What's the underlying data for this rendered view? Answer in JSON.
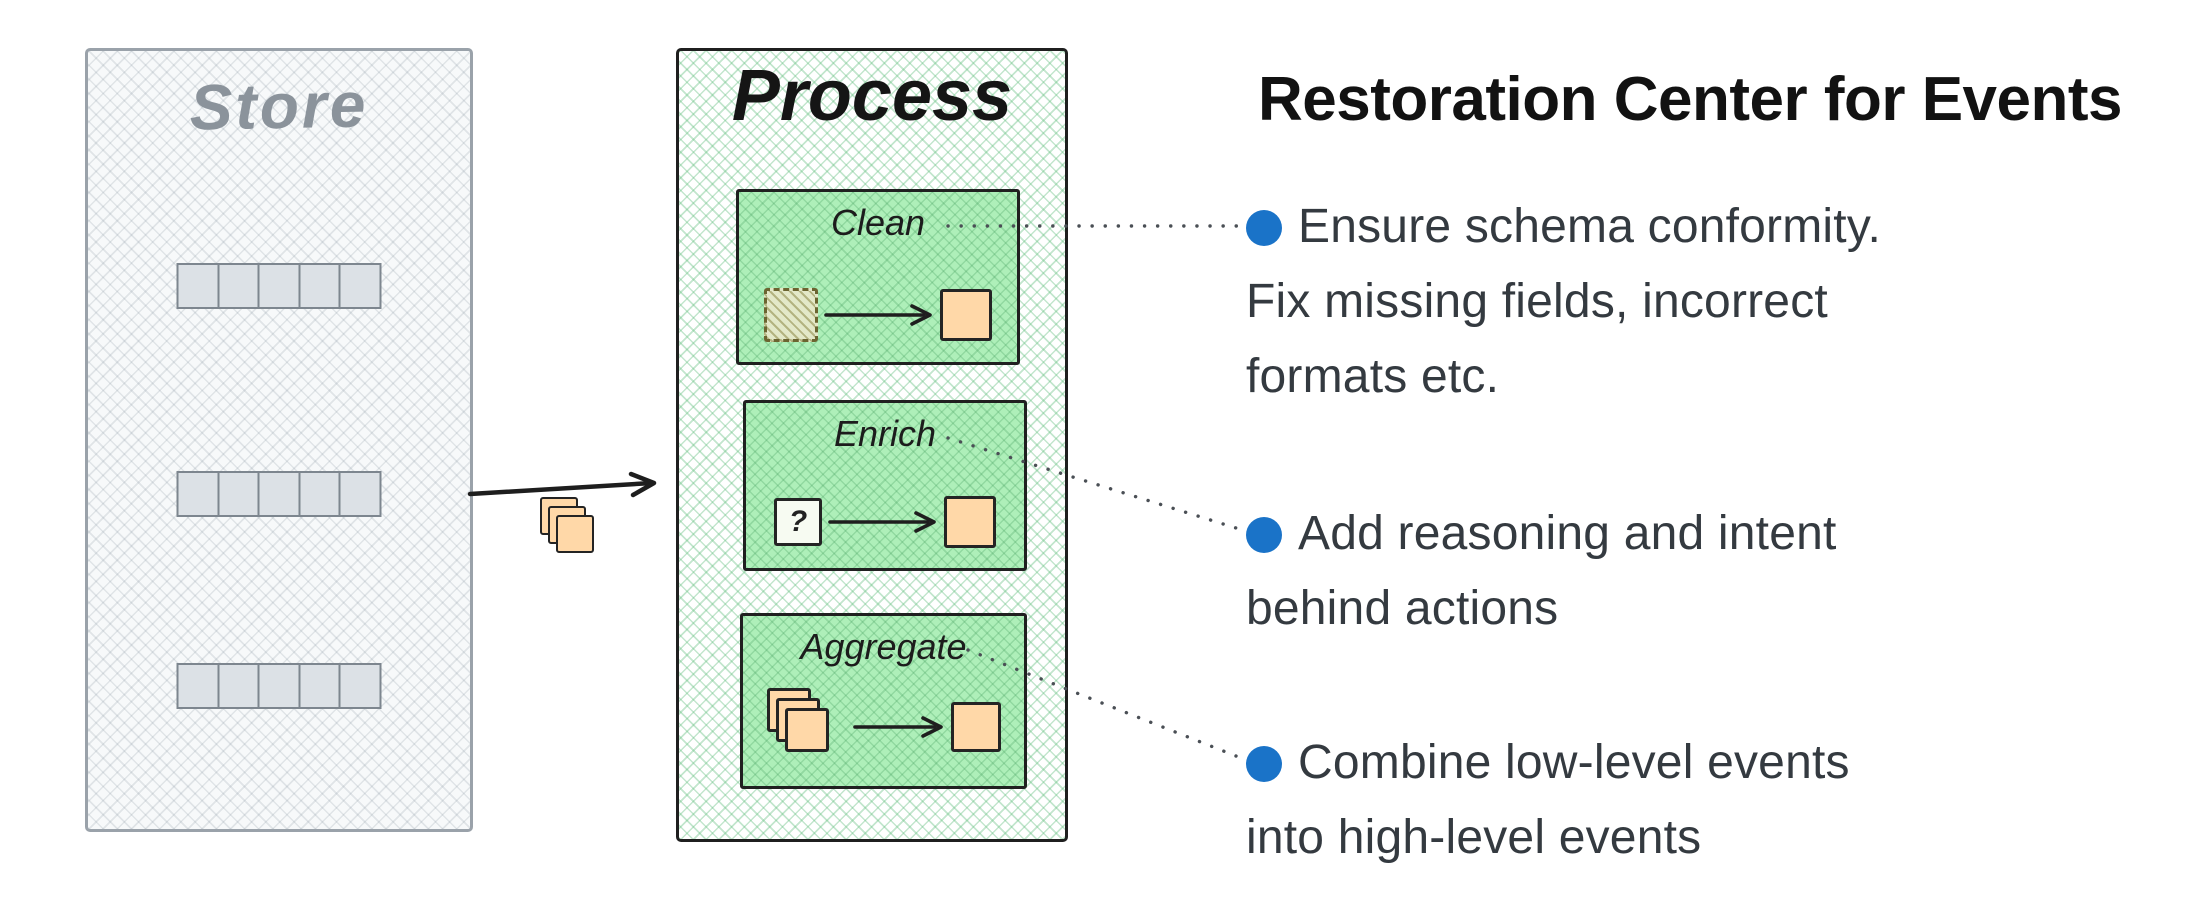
{
  "store": {
    "title": "Store",
    "event_rows": 3,
    "cells_per_row": 5
  },
  "process": {
    "title": "Process",
    "steps": [
      {
        "label": "Clean"
      },
      {
        "label": "Enrich",
        "question_mark": "?"
      },
      {
        "label": "Aggregate"
      }
    ]
  },
  "notes": {
    "title": "Restoration Center for Events",
    "bullets": [
      {
        "text": "Ensure schema conformity.\nFix missing fields, incorrect\nformats etc."
      },
      {
        "text": "Add reasoning and intent\nbehind actions"
      },
      {
        "text": "Combine low-level events\ninto high-level events"
      }
    ]
  },
  "colors": {
    "bullet_blue": "#1a73c8",
    "process_green": "#aeefb9",
    "event_orange": "#ffd8a8",
    "store_gray": "#8b939b",
    "ink": "#1f1f1f"
  }
}
